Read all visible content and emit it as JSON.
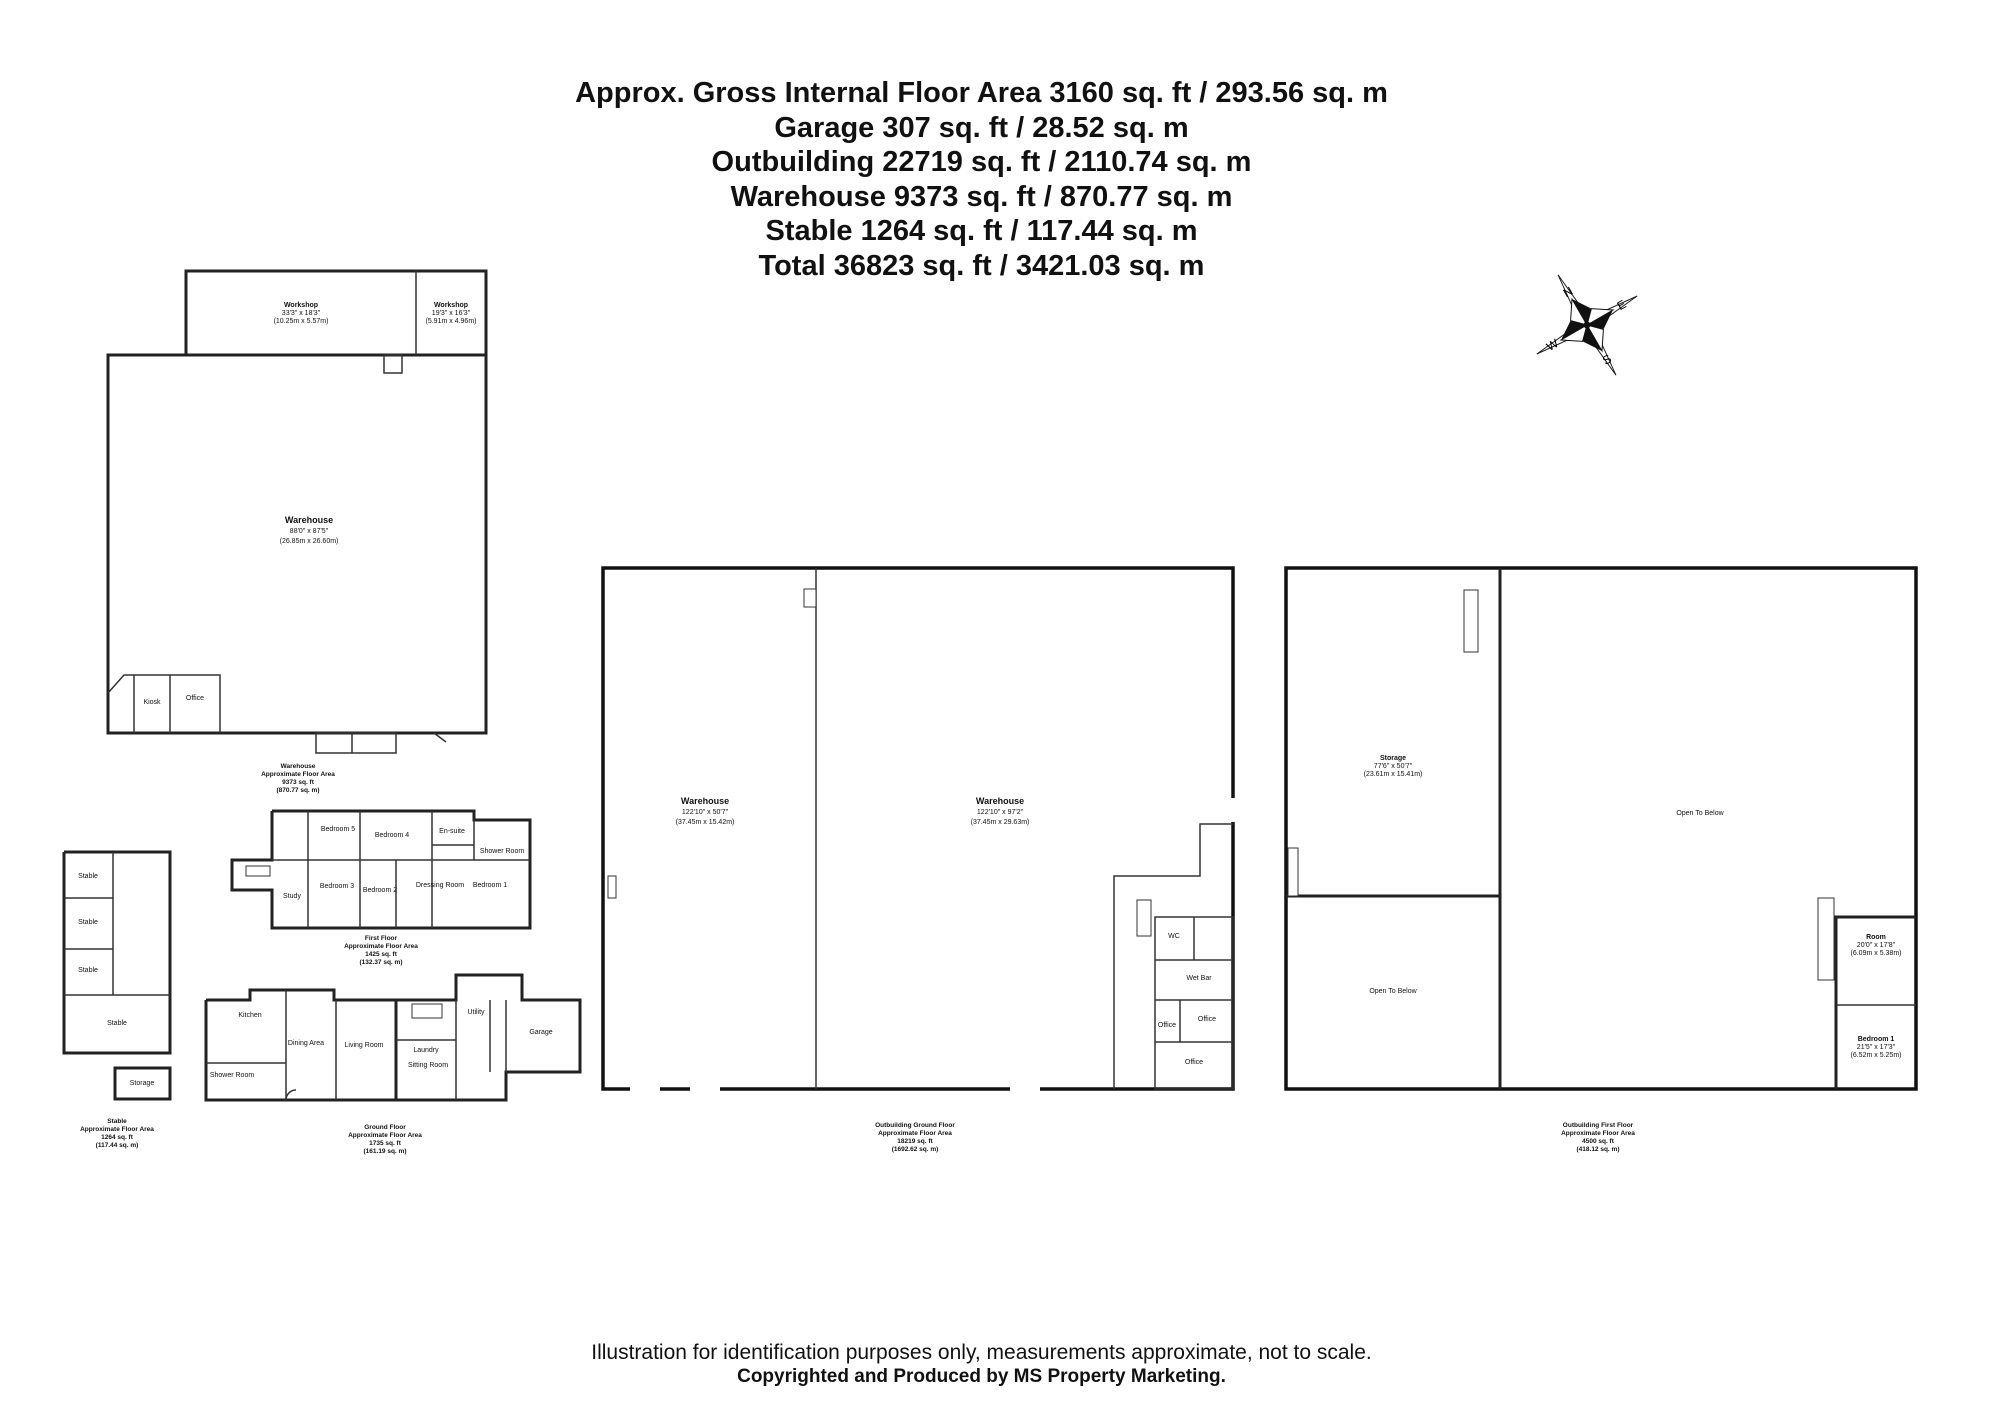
{
  "header": {
    "lines": [
      "Approx. Gross Internal Floor Area 3160 sq. ft / 293.56 sq. m",
      "Garage 307 sq. ft / 28.52 sq. m",
      "Outbuilding 22719 sq. ft / 2110.74 sq. m",
      "Warehouse 9373 sq. ft / 870.77 sq. m",
      "Stable 1264 sq. ft / 117.44 sq. m",
      "Total 36823 sq. ft / 3421.03 sq. m"
    ]
  },
  "compass": {
    "n": "N",
    "e": "E",
    "s": "S",
    "w": "W"
  },
  "warehouse_plan": {
    "rooms": {
      "workshop1": {
        "name": "Workshop",
        "dims": "33'3\" x 18'3\"",
        "metric": "(10.25m x 5.57m)"
      },
      "workshop2": {
        "name": "Workshop",
        "dims": "19'3\" x 16'3\"",
        "metric": "(5.91m x 4.96m)"
      },
      "warehouse": {
        "name": "Warehouse",
        "dims": "88'0\" x 87'5\"",
        "metric": "(26.85m x 26.60m)"
      },
      "kiosk": {
        "name": "Kiosk",
        "dims": ""
      },
      "office": {
        "name": "Office",
        "dims": ""
      }
    },
    "caption": [
      "Warehouse",
      "Approximate Floor Area",
      "9373 sq. ft",
      "(870.77 sq. m)"
    ]
  },
  "stable_plan": {
    "rooms": {
      "stable": "Stable",
      "storage": "Storage"
    },
    "caption": [
      "Stable",
      "Approximate Floor Area",
      "1264 sq. ft",
      "(117.44 sq. m)"
    ]
  },
  "first_floor_plan": {
    "rooms": {
      "bedroom5": "Bedroom 5",
      "bedroom4": "Bedroom 4",
      "bedroom3": "Bedroom 3",
      "bedroom2": "Bedroom 2",
      "bedroom1": "Bedroom 1",
      "dressing": "Dressing Room",
      "study": "Study",
      "ensuite": "En-suite",
      "shower": "Shower Room"
    },
    "caption": [
      "First Floor",
      "Approximate Floor Area",
      "1425 sq. ft",
      "(132.37 sq. m)"
    ]
  },
  "ground_floor_plan": {
    "rooms": {
      "kitchen": "Kitchen",
      "dining": "Dining Area",
      "living": "Living Room",
      "sitting": "Sitting Room",
      "utility": "Utility",
      "garage": "Garage",
      "shower_room": "Shower Room",
      "laundry": "Laundry"
    },
    "caption": [
      "Ground Floor",
      "Approximate Floor Area",
      "1735 sq. ft",
      "(161.19 sq. m)"
    ]
  },
  "outbuilding_ground_plan": {
    "rooms": {
      "warehouse_a": {
        "name": "Warehouse",
        "dims": "122'10\" x 50'7\"",
        "metric": "(37.45m x 15.42m)"
      },
      "warehouse_b": {
        "name": "Warehouse",
        "dims": "122'10\" x 97'2\"",
        "metric": "(37.45m x 29.63m)"
      },
      "wc": "WC",
      "wet_bar": "Wet Bar",
      "office1": "Office",
      "office2": "Office",
      "office3": "Office"
    },
    "caption": [
      "Outbuilding Ground Floor",
      "Approximate Floor Area",
      "18219 sq. ft",
      "(1692.62 sq. m)"
    ]
  },
  "outbuilding_first_plan": {
    "rooms": {
      "storage": {
        "name": "Storage",
        "dims": "77'6\" x 50'7\"",
        "metric": "(23.61m x 15.41m)"
      },
      "open_below_left": "Open To Below",
      "open_below_right": "Open To Below",
      "room": {
        "name": "Room",
        "dims": "20'0\" x 17'8\"",
        "metric": "(6.09m x 5.38m)"
      },
      "bedroom1": {
        "name": "Bedroom 1",
        "dims": "21'5\" x 17'3\"",
        "metric": "(6.52m x 5.25m)"
      }
    },
    "caption": [
      "Outbuilding First Floor",
      "Approximate Floor Area",
      "4500 sq. ft",
      "(418.12 sq. m)"
    ]
  },
  "footer": {
    "disclaimer": "Illustration for identification purposes only, measurements approximate, not to scale.",
    "copyright": "Copyrighted  and Produced by MS Property Marketing."
  }
}
